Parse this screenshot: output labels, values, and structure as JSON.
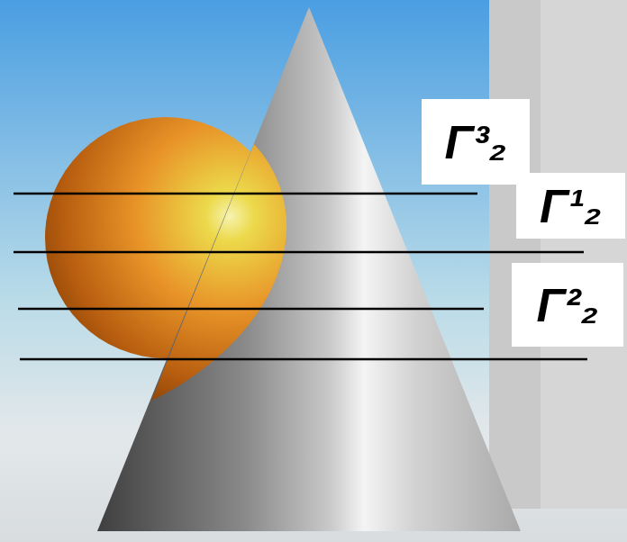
{
  "diagram": {
    "labels": [
      "Γ³₂",
      "Γ¹₂",
      "Γ²₂"
    ]
  }
}
